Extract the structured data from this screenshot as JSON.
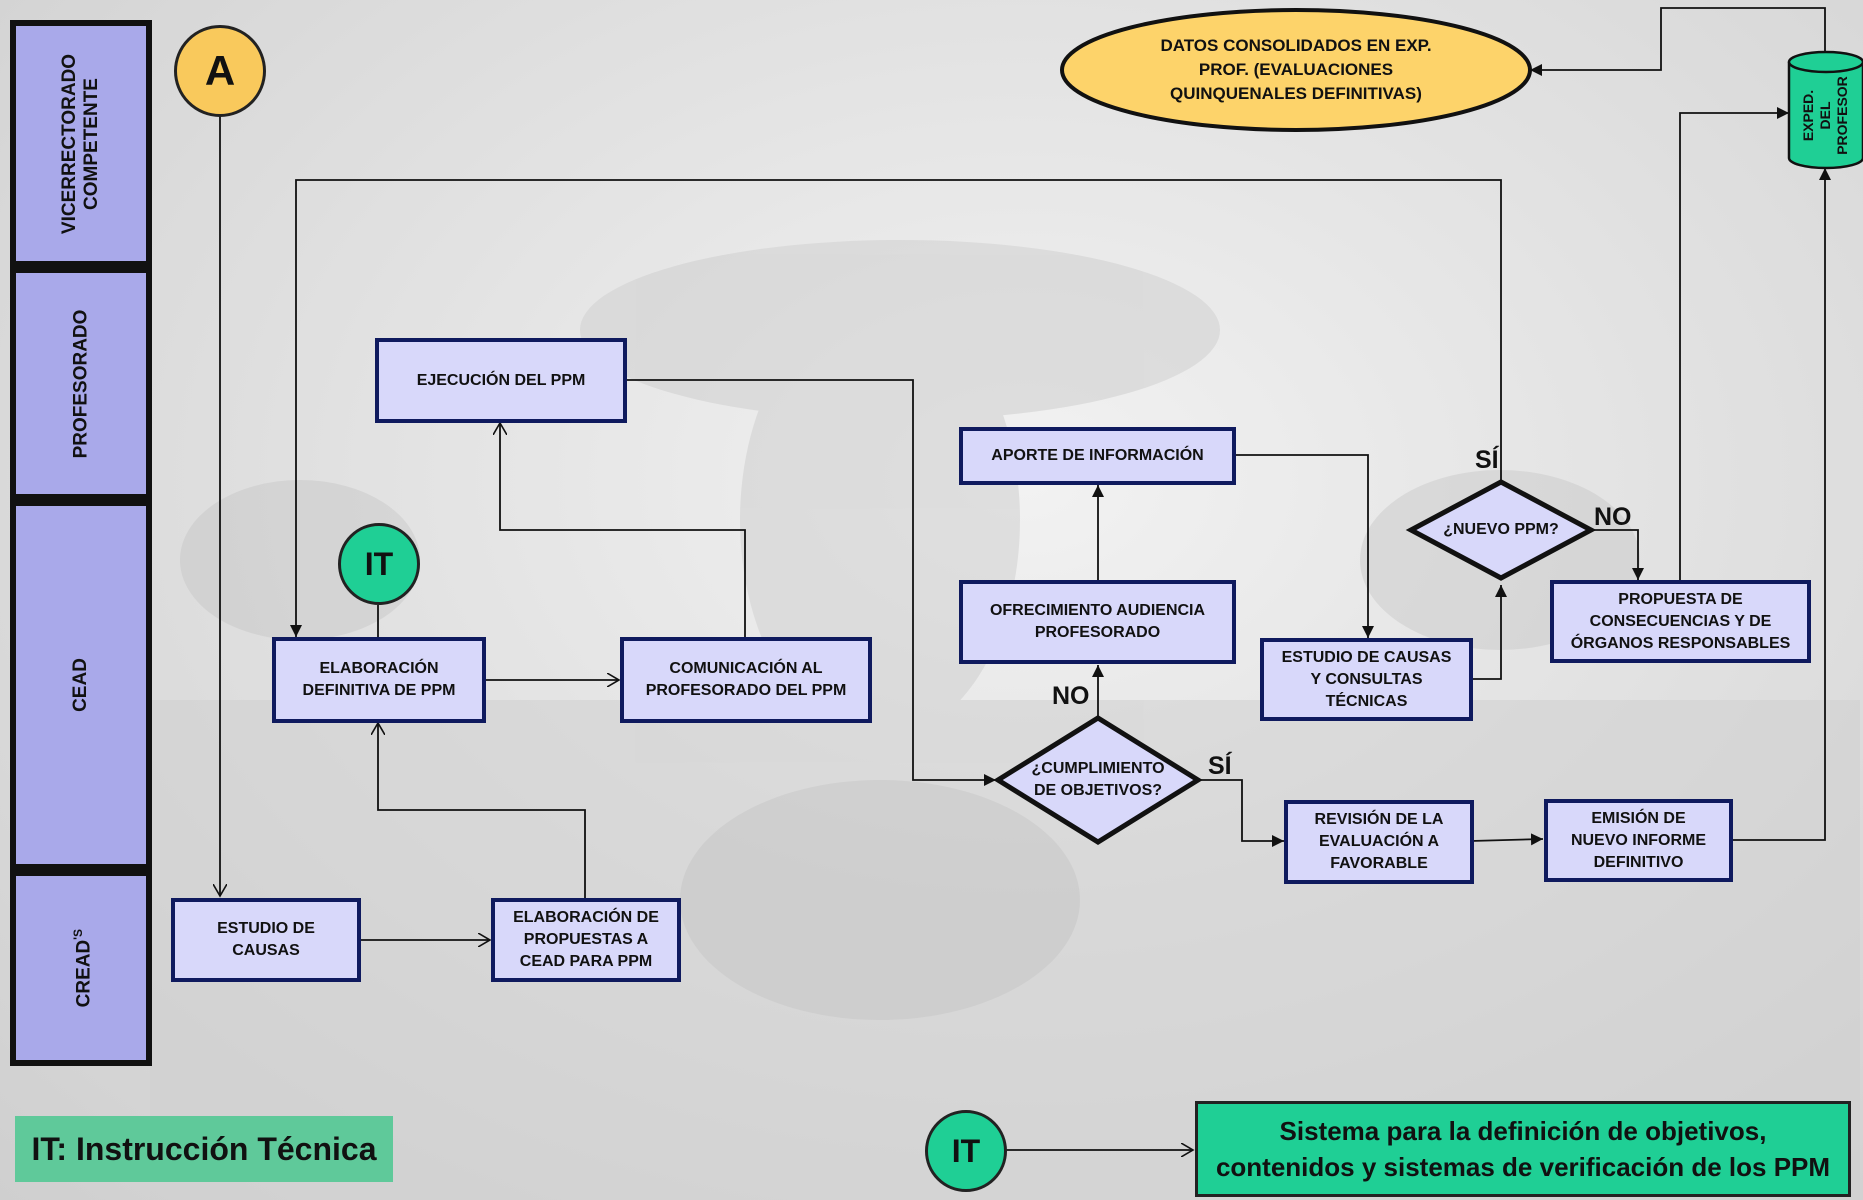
{
  "lanes": {
    "vicerrectorado": "VICERRECTORADO\nCOMPETENTE",
    "profesorado": "PROFESORADO",
    "cead": "CEAD",
    "creads": "CREAD"
  },
  "lane_superscript": "'S",
  "connectors": {
    "start": "A",
    "it": "IT"
  },
  "nodes": {
    "estudio_causas": "ESTUDIO DE\nCAUSAS",
    "elaboracion_propuestas": "ELABORACIÓN DE\nPROPUESTAS A\nCEAD PARA PPM",
    "elaboracion_definitiva": "ELABORACIÓN\nDEFINITIVA DE PPM",
    "comunicacion": "COMUNICACIÓN AL\nPROFESORADO DEL PPM",
    "ejecucion": "EJECUCIÓN DEL PPM",
    "cumplimiento": "¿CUMPLIMIENTO\nDE OBJETIVOS?",
    "ofrecimiento": "OFRECIMIENTO AUDIENCIA\nPROFESORADO",
    "aporte": "APORTE DE INFORMACIÓN",
    "estudio_causas_tecnicas": "ESTUDIO DE CAUSAS\nY CONSULTAS\nTÉCNICAS",
    "nuevo_ppm": "¿NUEVO PPM?",
    "propuesta_consecuencias": "PROPUESTA DE\nCONSECUENCIAS Y DE\nÓRGANOS RESPONSABLES",
    "revision": "REVISIÓN DE LA\nEVALUACIÓN A\nFAVORABLE",
    "emision": "EMISIÓN DE\nNUEVO INFORME\nDEFINITIVO",
    "datos_consolidados": "DATOS CONSOLIDADOS EN EXP.\nPROF. (EVALUACIONES\nQUINQUENALES DEFINITIVAS)",
    "expediente": "EXPED. DEL\nPROFESOR"
  },
  "edge_labels": {
    "no_cumplimiento": "NO",
    "si_cumplimiento": "SÍ",
    "si_nuevo": "SÍ",
    "no_nuevo": "NO"
  },
  "legend": {
    "it_definition": "IT: Instrucción Técnica",
    "it_icon": "IT",
    "it_target": "Sistema para la definición de objetivos,\ncontenidos y sistemas de verificación de los PPM"
  },
  "colors": {
    "lane_fill": "#a9a9ea",
    "box_fill": "#d8d8fa",
    "box_border": "#0f1a5e",
    "start_fill": "#f9c95c",
    "it_fill": "#1fcf95",
    "oval_fill": "#fdd36a",
    "db_fill": "#1fcf95"
  }
}
